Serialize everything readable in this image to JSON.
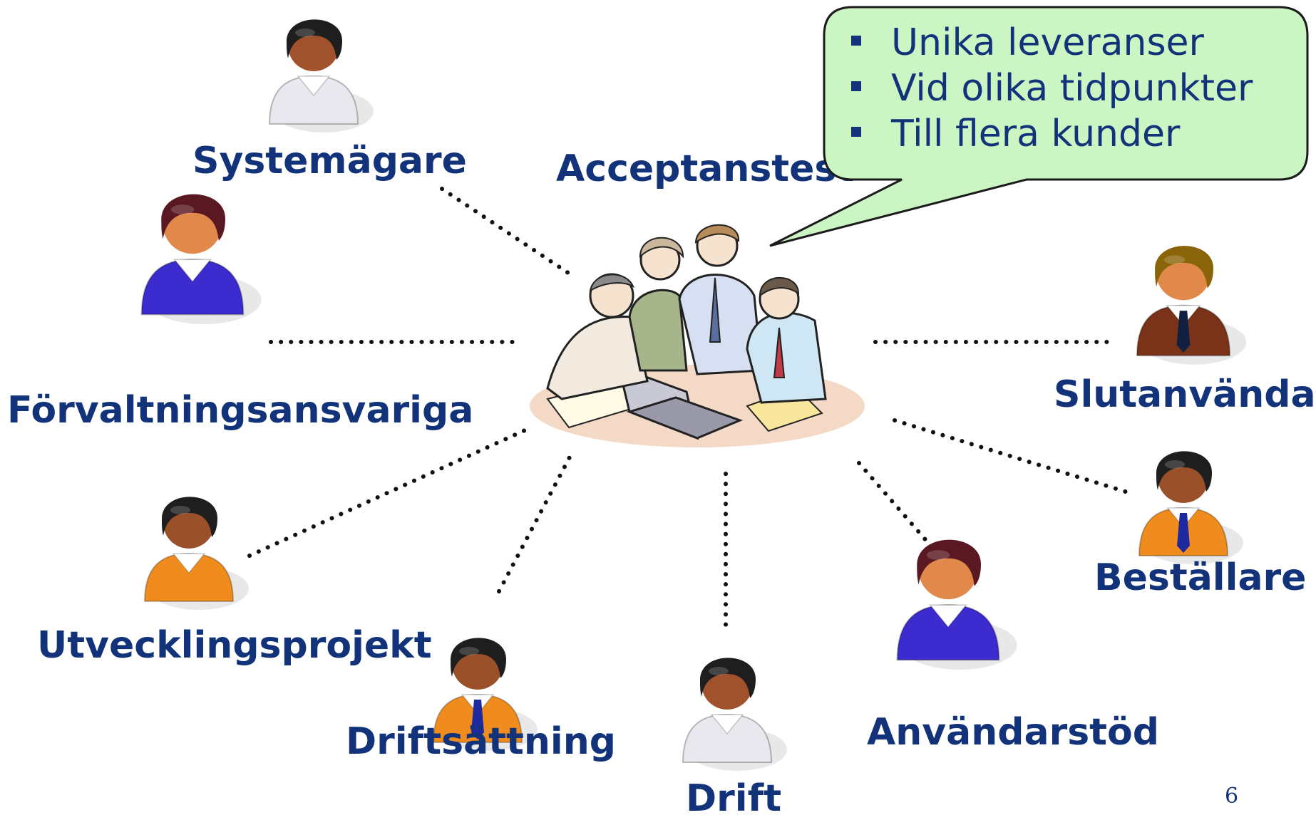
{
  "center": {
    "label": "Acceptanstest",
    "icon": "team-meeting-laptop-icon"
  },
  "callout": {
    "items": [
      "Unika leveranser",
      "Vid olika tidpunkter",
      "Till flera kunder"
    ],
    "fill": "#ccf5c4",
    "border": "#1b1b1b"
  },
  "stakeholders": [
    {
      "key": "systemagare",
      "label": "Systemägare",
      "shirt": "#e8e8ee",
      "hair": "#1e1e1e",
      "skin": "#a0522d",
      "tie": ""
    },
    {
      "key": "forvaltning",
      "label": "Förvaltningsansvariga",
      "shirt": "#3c2ccf",
      "hair": "#5a1822",
      "skin": "#e0894a",
      "tie": ""
    },
    {
      "key": "utveckling",
      "label": "Utvecklingsprojekt",
      "shirt": "#f08c1e",
      "hair": "#1e1e1e",
      "skin": "#9a5028",
      "tie": ""
    },
    {
      "key": "driftsattning",
      "label": "Driftsättning",
      "shirt": "#f08c1e",
      "hair": "#1e1e1e",
      "skin": "#9a5028",
      "tie": "#1f2aa0"
    },
    {
      "key": "drift",
      "label": "Drift",
      "shirt": "#e8e8ee",
      "hair": "#1e1e1e",
      "skin": "#a0522d",
      "tie": ""
    },
    {
      "key": "anvandarstod",
      "label": "Användarstöd",
      "shirt": "#3c2ccf",
      "hair": "#5a1822",
      "skin": "#e0894a",
      "tie": ""
    },
    {
      "key": "bestallare",
      "label": "Beställare",
      "shirt": "#f08c1e",
      "hair": "#1e1e1e",
      "skin": "#9a5028",
      "tie": "#1f2aa0"
    },
    {
      "key": "slutanvandare",
      "label": "Slutanvändare",
      "shirt": "#7a3318",
      "hair": "#8a6408",
      "skin": "#e0894a",
      "tie": "#102040"
    }
  ],
  "page_number": "6",
  "colors": {
    "text": "#12337a",
    "connector": "#111111"
  }
}
